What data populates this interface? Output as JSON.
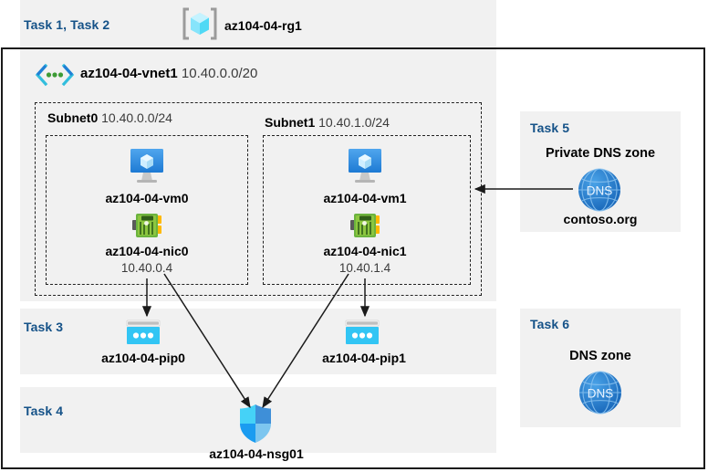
{
  "diagram": {
    "title": "Azure AZ-104-04 lab resource diagram",
    "colors": {
      "task_label": "#155288",
      "panel_bg": "#f1f1f1",
      "border": "#1a1a1a",
      "vnet_icon": "#32bedd",
      "nic_icon": "#6bb33e",
      "pip_icon": "#32c5f4",
      "dns_icon": "#1f7fd4",
      "nsg_icon": "#2d9ff0"
    }
  },
  "resource_group": {
    "task_label": "Task 1, Task 2",
    "icon": "resource-group-icon",
    "name": "az104-04-rg1"
  },
  "vnet": {
    "icon": "virtual-network-icon",
    "name": "az104-04-vnet1",
    "address_space": "10.40.0.0/20"
  },
  "subnets": [
    {
      "name": "Subnet0",
      "cidr": "10.40.0.0/24",
      "vm": {
        "icon": "virtual-machine-icon",
        "name": "az104-04-vm0"
      },
      "nic": {
        "icon": "network-interface-icon",
        "name": "az104-04-nic0",
        "ip": "10.40.0.4"
      }
    },
    {
      "name": "Subnet1",
      "cidr": "10.40.1.0/24",
      "vm": {
        "icon": "virtual-machine-icon",
        "name": "az104-04-vm1"
      },
      "nic": {
        "icon": "network-interface-icon",
        "name": "az104-04-nic1",
        "ip": "10.40.1.4"
      }
    }
  ],
  "public_ips": {
    "task_label": "Task 3",
    "items": [
      {
        "icon": "public-ip-icon",
        "name": "az104-04-pip0"
      },
      {
        "icon": "public-ip-icon",
        "name": "az104-04-pip1"
      }
    ]
  },
  "nsg": {
    "task_label": "Task 4",
    "icon": "network-security-group-icon",
    "name": "az104-04-nsg01"
  },
  "private_dns_zone": {
    "task_label": "Task 5",
    "heading": "Private DNS zone",
    "icon": "dns-zone-icon",
    "icon_text": "DNS",
    "name": "contoso.org"
  },
  "dns_zone": {
    "task_label": "Task 6",
    "heading": "DNS zone",
    "icon": "dns-zone-icon",
    "icon_text": "DNS"
  },
  "connections": [
    {
      "from": "az104-04-nic0",
      "to": "az104-04-pip0",
      "style": "arrow"
    },
    {
      "from": "az104-04-nic1",
      "to": "az104-04-pip1",
      "style": "arrow"
    },
    {
      "from": "az104-04-nic0",
      "to": "az104-04-nsg01",
      "style": "arrow"
    },
    {
      "from": "az104-04-nic1",
      "to": "az104-04-nsg01",
      "style": "arrow"
    },
    {
      "from": "contoso.org",
      "to": "Subnet1",
      "style": "arrow"
    }
  ]
}
